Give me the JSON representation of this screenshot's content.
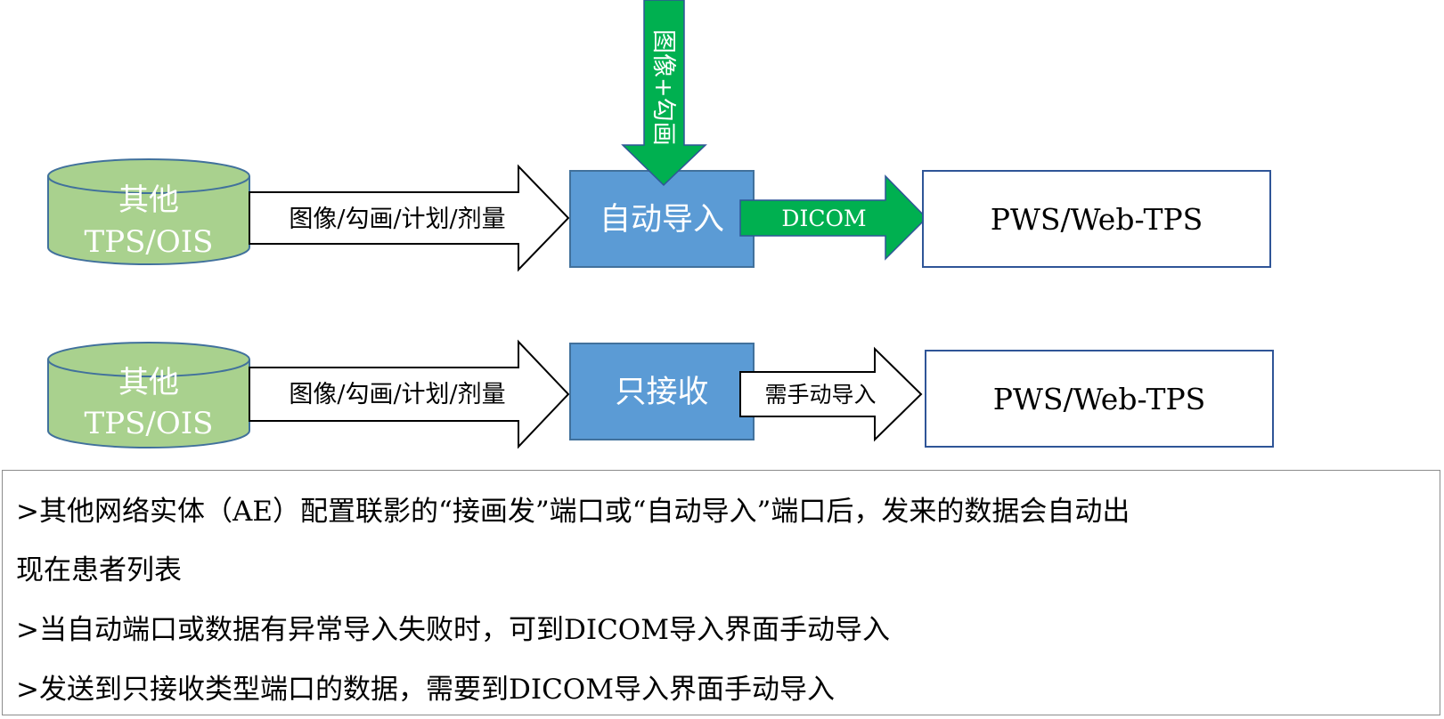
{
  "diagram": {
    "rows": [
      {
        "source_line1": "其他",
        "source_line2": "TPS/OIS",
        "arrow1_label": "图像/勾画/计划/剂量",
        "process_label": "自动导入",
        "arrow2_label": "DICOM",
        "target_label": "PWS/Web-TPS"
      },
      {
        "source_line1": "其他",
        "source_line2": "TPS/OIS",
        "arrow1_label": "图像/勾画/计划/剂量",
        "process_label": "只接收",
        "arrow2_label": "需手动导入",
        "target_label": "PWS/Web-TPS"
      }
    ],
    "top_arrow_label": "图像+勾画"
  },
  "notes": [
    ">其他网络实体（AE）配置联影的“接画发”端口或“自动导入”端口后，发来的数据会自动出",
    "现在患者列表",
    ">当自动端口或数据有异常导入失败时，可到DICOM导入界面手动导入",
    ">发送到只接收类型端口的数据，需要到DICOM导入界面手动导入"
  ],
  "colors": {
    "cylinder_fill": "#a9d18e",
    "cylinder_stroke": "#41719c",
    "process_fill": "#5b9bd5",
    "process_stroke": "#41719c",
    "green_arrow": "#00b050",
    "green_arrow_stroke": "#2f5597",
    "target_stroke": "#2f5597"
  }
}
